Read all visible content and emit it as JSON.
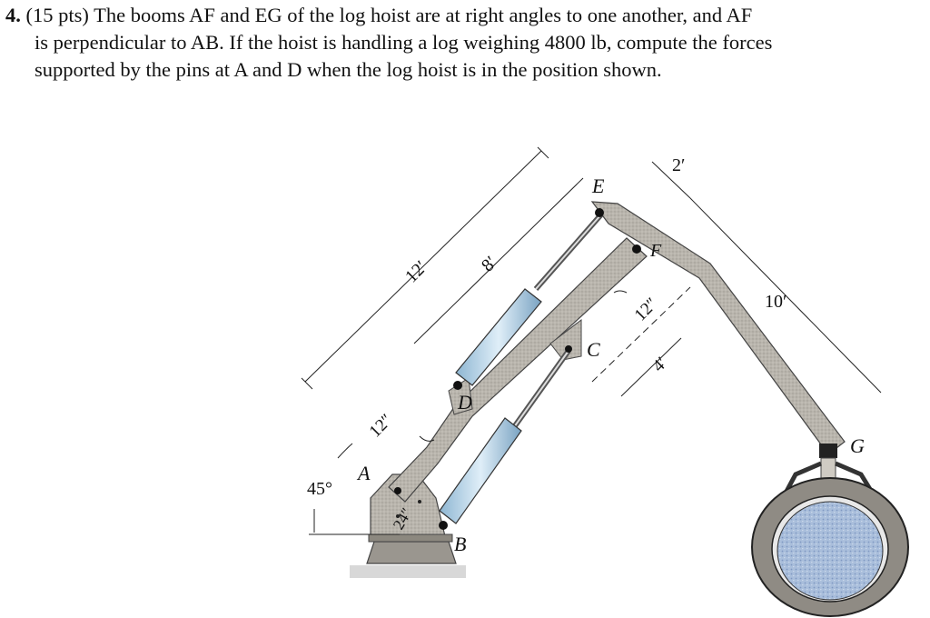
{
  "problem": {
    "number": "4.",
    "line1": "(15 pts) The booms AF and EG of the log hoist are at right angles to one another, and AF",
    "line2": "is perpendicular to AB. If the hoist is handling a log weighing 4800 lb, compute the forces",
    "line3": "supported by the pins at A and D when the log hoist is in the position shown."
  },
  "figure": {
    "labels": {
      "A": "A",
      "B": "B",
      "C": "C",
      "D": "D",
      "E": "E",
      "F": "F",
      "G": "G"
    },
    "dimensions": {
      "boom_length": "12′",
      "upper_span": "8′",
      "pin_offset_d": "12″",
      "pin_offset_f": "12″",
      "lower_span": "4′",
      "tip_offset": "2′",
      "boom_eg_length": "10′",
      "base_offset": "24″",
      "angle": "45°"
    }
  }
}
